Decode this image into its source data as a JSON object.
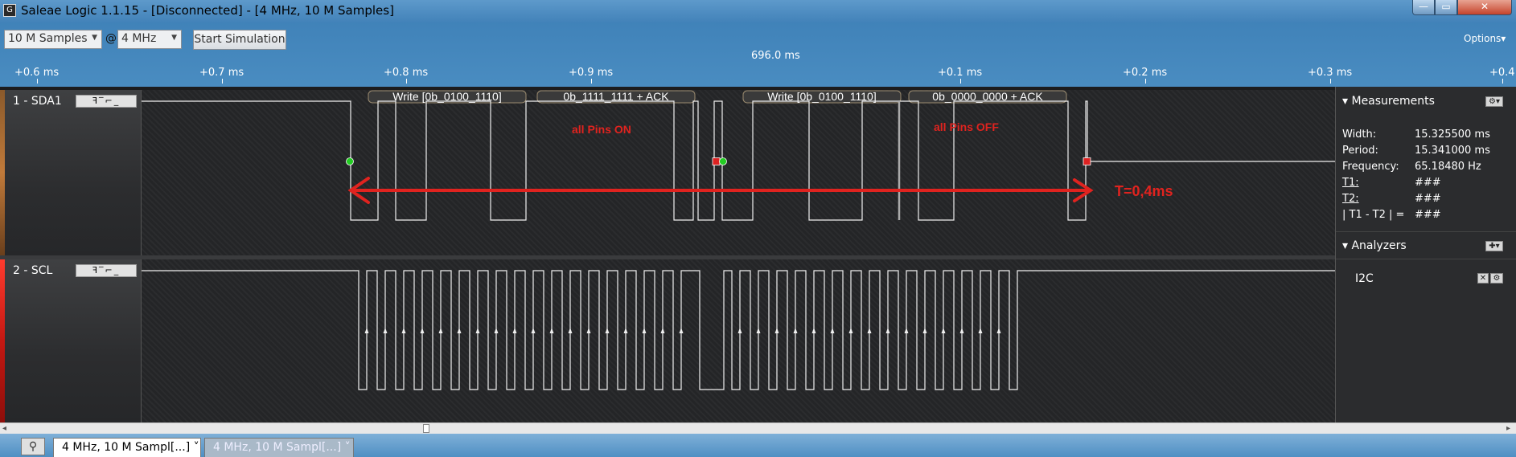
{
  "window": {
    "title": "Saleae Logic 1.1.15 - [Disconnected] - [4 MHz, 10 M Samples]",
    "app_icon_glyph": "G",
    "min_glyph": "—",
    "max_glyph": "▭",
    "close_glyph": "✕"
  },
  "toolbar": {
    "samples_value": "10 M Samples",
    "at_sign": "@",
    "rate_value": "4 MHz",
    "start_label": "Start Simulation",
    "options_label": "Options▾",
    "dropdown_glyph": "▼"
  },
  "timeline": {
    "center_time": "696.0 ms",
    "ticks": [
      "+0.6 ms",
      "+0.7 ms",
      "+0.8 ms",
      "+0.9 ms",
      "+0.1 ms",
      "+0.2 ms",
      "+0.3 ms",
      "+0.4"
    ]
  },
  "channels": [
    {
      "name": "1 - SDA1",
      "tools": "ꟻ‾⌐_",
      "color": "#b06a2a"
    },
    {
      "name": "2 - SCL",
      "tools": "ꟻ‾⌐_",
      "color": "#d6281e"
    }
  ],
  "protocol_labels": [
    "Write [0b_0100_1110]",
    "0b_1111_1111 + ACK",
    "Write [0b_0100_1110]",
    "0b_0000_0000 + ACK"
  ],
  "annotations": {
    "all_on": "all Pins ON",
    "all_off": "all Pins OFF",
    "period_label": "T=0,4ms",
    "color": "#e0231f"
  },
  "measurements": {
    "title": "Measurements",
    "rows": [
      {
        "label": "Width:",
        "value": "15.325500 ms"
      },
      {
        "label": "Period:",
        "value": "15.341000 ms"
      },
      {
        "label": "Frequency:",
        "value": "65.18480 Hz"
      },
      {
        "label": "T1:",
        "value": "###"
      },
      {
        "label": "T2:",
        "value": "###"
      },
      {
        "label": "| T1 - T2 | =",
        "value": "###"
      }
    ]
  },
  "analyzers": {
    "title": "Analyzers",
    "add_glyph": "✚▾",
    "items": [
      {
        "name": "I2C"
      }
    ],
    "remove_glyph": "✕",
    "gear_glyph": "⚙"
  },
  "tabs": {
    "search_glyph": "⚲",
    "items": [
      {
        "label": "4 MHz, 10 M Sampl[...] ˅"
      },
      {
        "label": "4 MHz, 10 M Sampl[...] ˅"
      }
    ]
  },
  "scroll": {
    "left_glyph": "◂",
    "right_glyph": "▸"
  },
  "panel_glyphs": {
    "triangle": "▾",
    "gear": "⚙▾"
  }
}
